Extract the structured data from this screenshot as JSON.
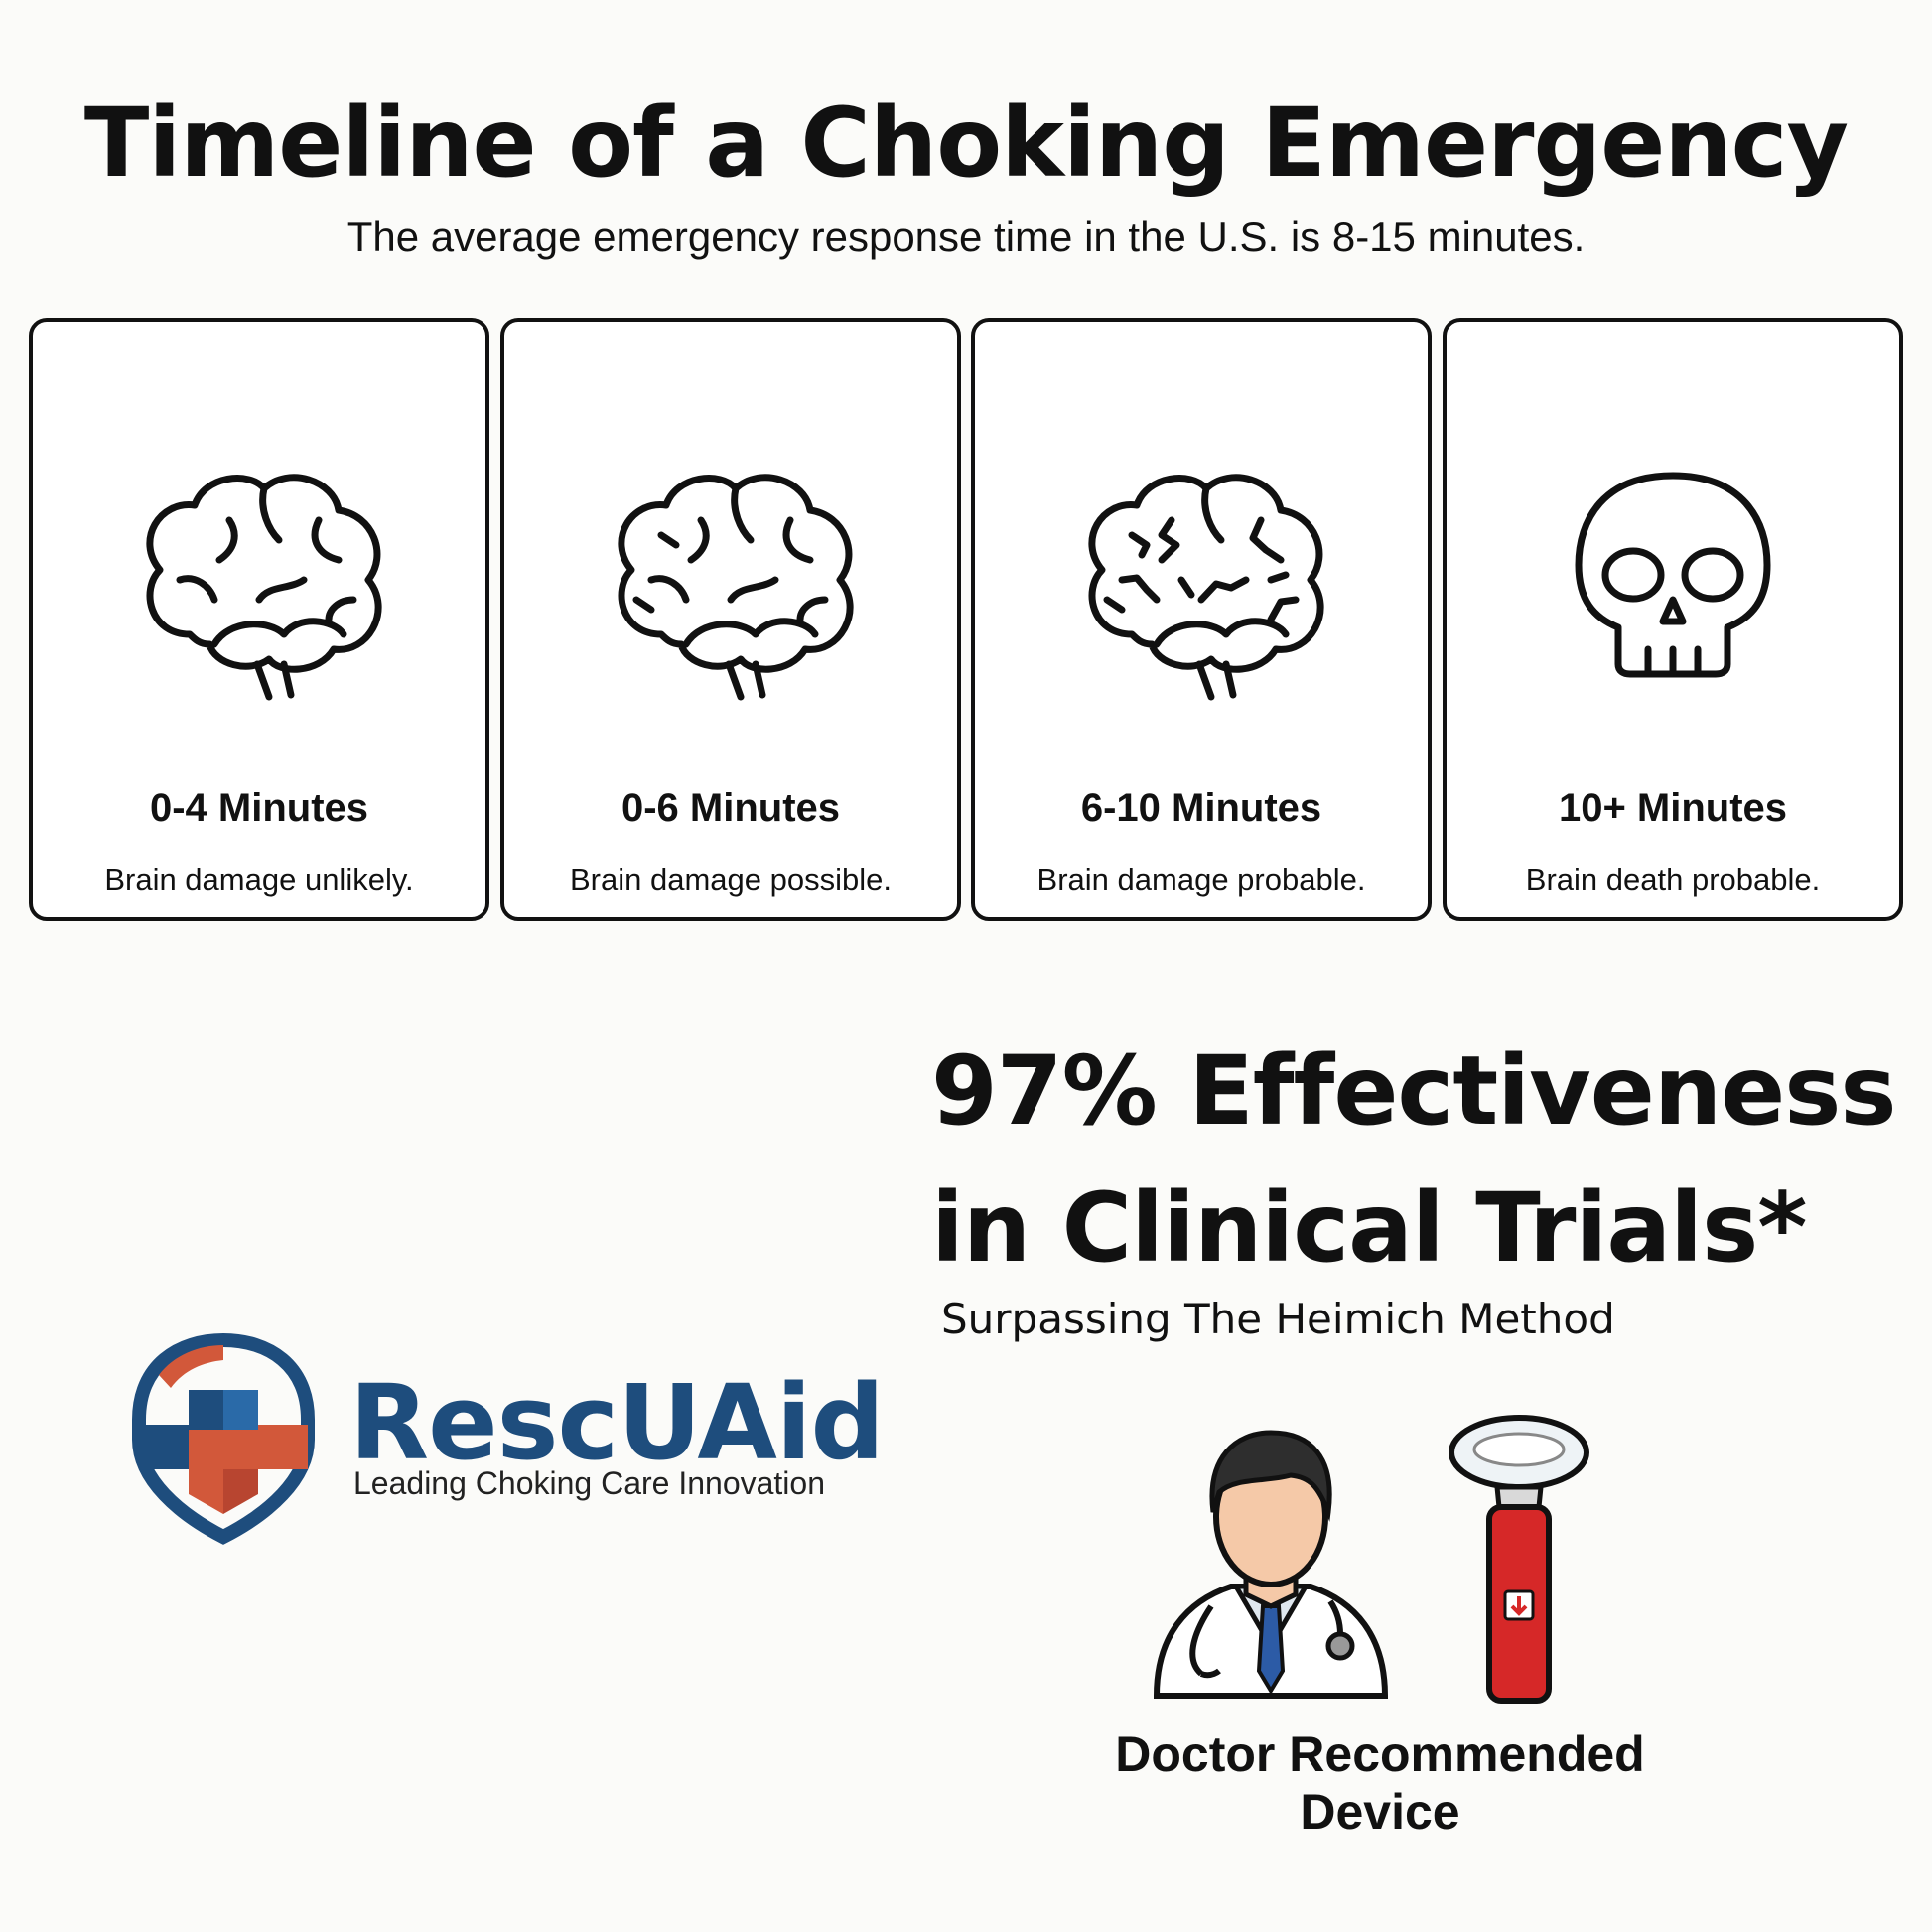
{
  "header": {
    "title": "Timeline of a Choking Emergency",
    "subtitle": "The average emergency response time in the U.S. is 8-15 minutes."
  },
  "timeline": [
    {
      "icon": "brain-icon",
      "title": "0-4 Minutes",
      "description": "Brain damage unlikely."
    },
    {
      "icon": "brain-icon",
      "title": "0-6 Minutes",
      "description": "Brain damage possible."
    },
    {
      "icon": "brain-icon",
      "title": "6-10 Minutes",
      "description": "Brain damage probable."
    },
    {
      "icon": "skull-icon",
      "title": "10+ Minutes",
      "description": "Brain death probable."
    }
  ],
  "claim": {
    "line1": "97% Effectiveness",
    "line2": "in Clinical Trials*",
    "subtitle": "Surpassing The Heimich Method"
  },
  "brand": {
    "name": "RescUAid",
    "tagline": "Leading Choking Care Innovation",
    "colors": {
      "navy": "#1e4d7d",
      "red": "#d2583a"
    }
  },
  "recommendation": {
    "line1": "Doctor Recommended",
    "line2": "Device",
    "icons": [
      "doctor-icon",
      "anti-choking-device-icon"
    ]
  }
}
